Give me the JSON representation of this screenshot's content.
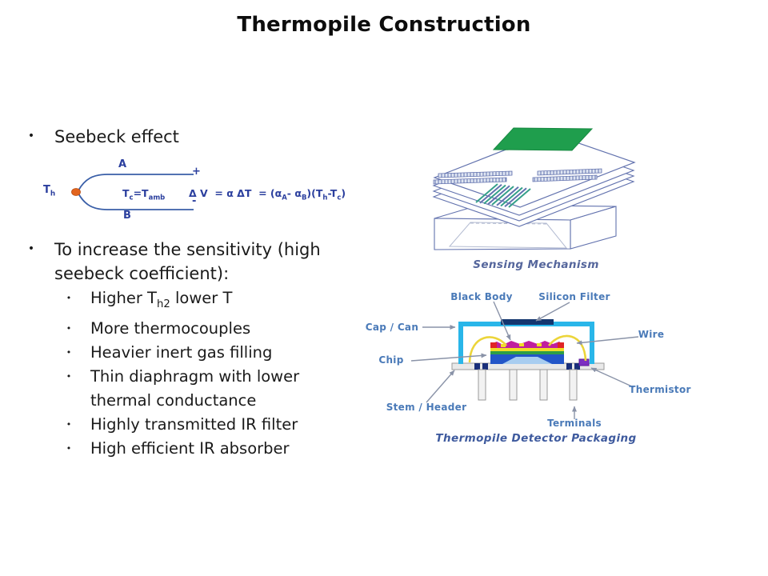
{
  "title": "Thermopile Construction",
  "glyphs": {
    "bullet": "•"
  },
  "bullets": {
    "seebeck": "Seebeck effect",
    "sensitivity": "To increase the sensitivity (high seebeck coefficient):",
    "sub_items": [
      {
        "pre": "Higher T",
        "sub": "h2",
        "post": " lower T"
      },
      {
        "text": "More thermocouples"
      },
      {
        "text": "Heavier inert gas filling"
      },
      {
        "text": "Thin diaphragm with lower thermal conductance"
      },
      {
        "text": "Highly transmitted IR filter"
      },
      {
        "text": "High efficient IR absorber"
      }
    ]
  },
  "seebeck_diagram": {
    "hot_junction": {
      "t": "T",
      "sub": "h"
    },
    "wire_a": "A",
    "wire_b": "B",
    "plus": "+",
    "minus": "-",
    "cold_junction": {
      "t1": "T",
      "s1": "c",
      "t2": "=T",
      "s2": "amb"
    },
    "formula": {
      "p1": "Δ V  = α ΔT  = (α",
      "s1": "A",
      "p2": "- α",
      "s2": "B",
      "p3": ")(T",
      "s3": "h",
      "p4": "-T",
      "s4": "c",
      "p5": ")"
    }
  },
  "sensing_diagram": {
    "caption": "Sensing Mechanism"
  },
  "packaging_diagram": {
    "caption": "Thermopile Detector Packaging",
    "labels": {
      "black_body": "Black Body",
      "silicon_filter": "Silicon Filter",
      "cap_can": "Cap / Can",
      "wire": "Wire",
      "chip": "Chip",
      "thermistor": "Thermistor",
      "stem_header": "Stem / Header",
      "terminals": "Terminals"
    }
  },
  "colors": {
    "label_blue": "#4a7ab8",
    "caption_blue": "#3e5a9e",
    "cap_cyan": "#29b6e9",
    "absorber_green": "#1f9e4d",
    "chip_blue": "#2356c8",
    "wire_yellow": "#ecd53a",
    "junction_orange": "#e2641e",
    "diagram_outline": "#6272ae",
    "formula_navy": "#2b3f9e"
  }
}
